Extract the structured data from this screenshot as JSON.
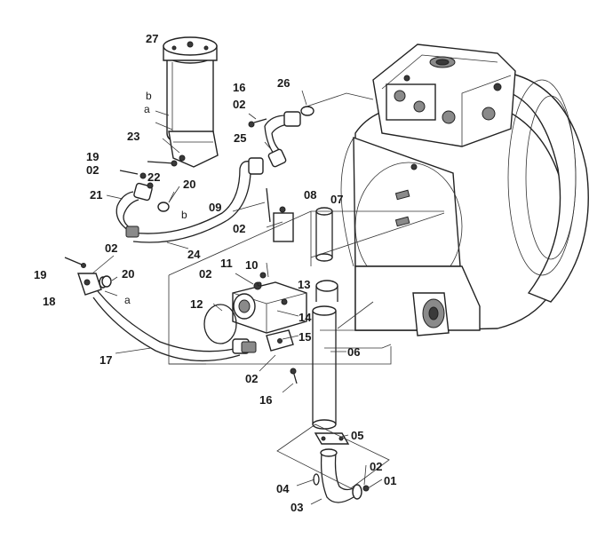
{
  "diagram": {
    "labels": {
      "p27": "27",
      "pa_top": "a",
      "pb_top": "b",
      "p23": "23",
      "p16_top": "16",
      "p02_top": "02",
      "p26": "26",
      "p25": "25",
      "p19_top": "19",
      "p02_left": "02",
      "p22": "22",
      "p20_top": "20",
      "pb_mid": "b",
      "p21": "21",
      "p09": "09",
      "p08": "08",
      "p07": "07",
      "p02_mid": "02",
      "p24": "24",
      "p02_lower": "02",
      "p19_low": "19",
      "p20_low": "20",
      "p18": "18",
      "pa_low": "a",
      "p02_p11": "02",
      "p11": "11",
      "p10": "10",
      "p13": "13",
      "p12": "12",
      "p14": "14",
      "p15": "15",
      "p17": "17",
      "p06": "06",
      "p02_bottom": "02",
      "p16_bottom": "16",
      "p05": "05",
      "p02_right": "02",
      "p01": "01",
      "p04": "04",
      "p03": "03"
    }
  }
}
